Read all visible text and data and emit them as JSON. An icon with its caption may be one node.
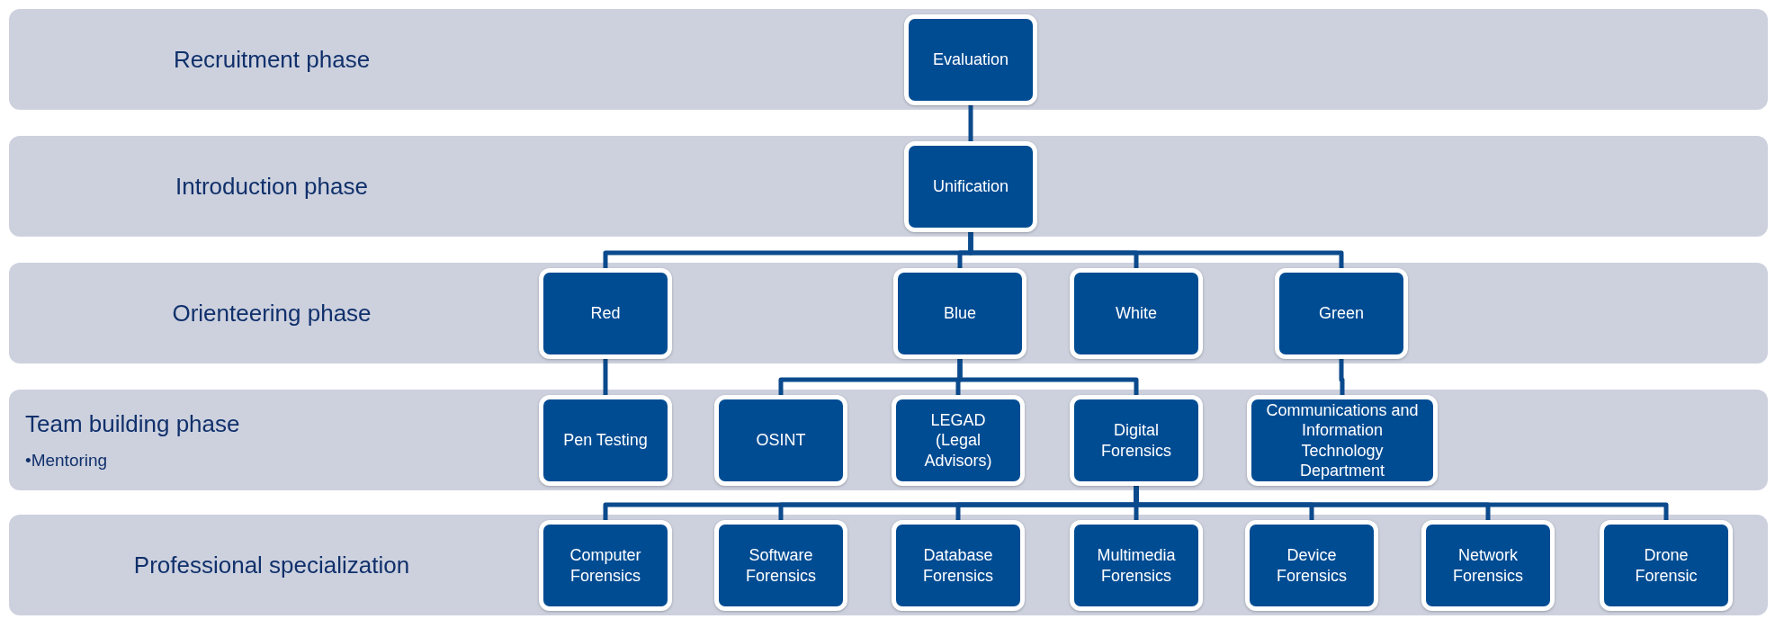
{
  "diagram": {
    "nodes": [
      {
        "text": [
          "Recruitment phase"
        ]
      },
      {
        "text": [
          "Evaluation"
        ],
        "in": 0
      },
      {
        "text": [
          "Introduction phase"
        ]
      },
      {
        "text": [
          "Unification"
        ],
        "in": 2
      },
      {
        "text": [
          "Orienteering phase"
        ]
      },
      {
        "text": [
          "Red"
        ],
        "in": 4
      },
      {
        "text": [
          "Blue"
        ],
        "in": 4
      },
      {
        "text": [
          "White"
        ],
        "in": 4
      },
      {
        "text": [
          "Green"
        ],
        "in": 4
      },
      {
        "text": [
          "Team building phase",
          "•Mentoring"
        ]
      },
      {
        "text": [
          "Pen Testing"
        ],
        "in": 9
      },
      {
        "text": [
          "OSINT"
        ],
        "in": 9
      },
      {
        "text": [
          "LEGAD (Legal Advisors)"
        ],
        "in": 9
      },
      {
        "text": [
          "Digital Forensics"
        ],
        "in": 9
      },
      {
        "text": [
          "Communications and Information Technology Department"
        ],
        "in": 9
      },
      {
        "text": [
          "Professional specialization"
        ]
      },
      {
        "text": [
          "Computer Forensics"
        ],
        "in": 15
      },
      {
        "text": [
          "Software Forensics"
        ],
        "in": 15
      },
      {
        "text": [
          "Database Forensics"
        ],
        "in": 15
      },
      {
        "text": [
          "Multimedia Forensics"
        ],
        "in": 15
      },
      {
        "text": [
          "Device Forensics"
        ],
        "in": 15
      },
      {
        "text": [
          "Network Forensics"
        ],
        "in": 15
      },
      {
        "text": [
          "Drone Forensic"
        ],
        "in": 15
      }
    ],
    "edges": [
      {
        "from": 1,
        "to": 3,
        "arrow": "none"
      },
      {
        "from": 3,
        "to": 5,
        "arrow": "none"
      },
      {
        "from": 3,
        "to": 6,
        "arrow": "none"
      },
      {
        "from": 3,
        "to": 7,
        "arrow": "none"
      },
      {
        "from": 3,
        "to": 8,
        "arrow": "none"
      },
      {
        "from": 5,
        "to": 10,
        "arrow": "none"
      },
      {
        "from": 6,
        "to": 11,
        "arrow": "none"
      },
      {
        "from": 6,
        "to": 12,
        "arrow": "none"
      },
      {
        "from": 6,
        "to": 13,
        "arrow": "none"
      },
      {
        "from": 8,
        "to": 14,
        "arrow": "none"
      },
      {
        "from": 13,
        "to": 16,
        "arrow": "none"
      },
      {
        "from": 13,
        "to": 17,
        "arrow": "none"
      },
      {
        "from": 13,
        "to": 18,
        "arrow": "none"
      },
      {
        "from": 13,
        "to": 19,
        "arrow": "none"
      },
      {
        "from": 13,
        "to": 20,
        "arrow": "none"
      },
      {
        "from": 13,
        "to": 21,
        "arrow": "none"
      },
      {
        "from": 13,
        "to": 22,
        "arrow": "none"
      }
    ]
  }
}
